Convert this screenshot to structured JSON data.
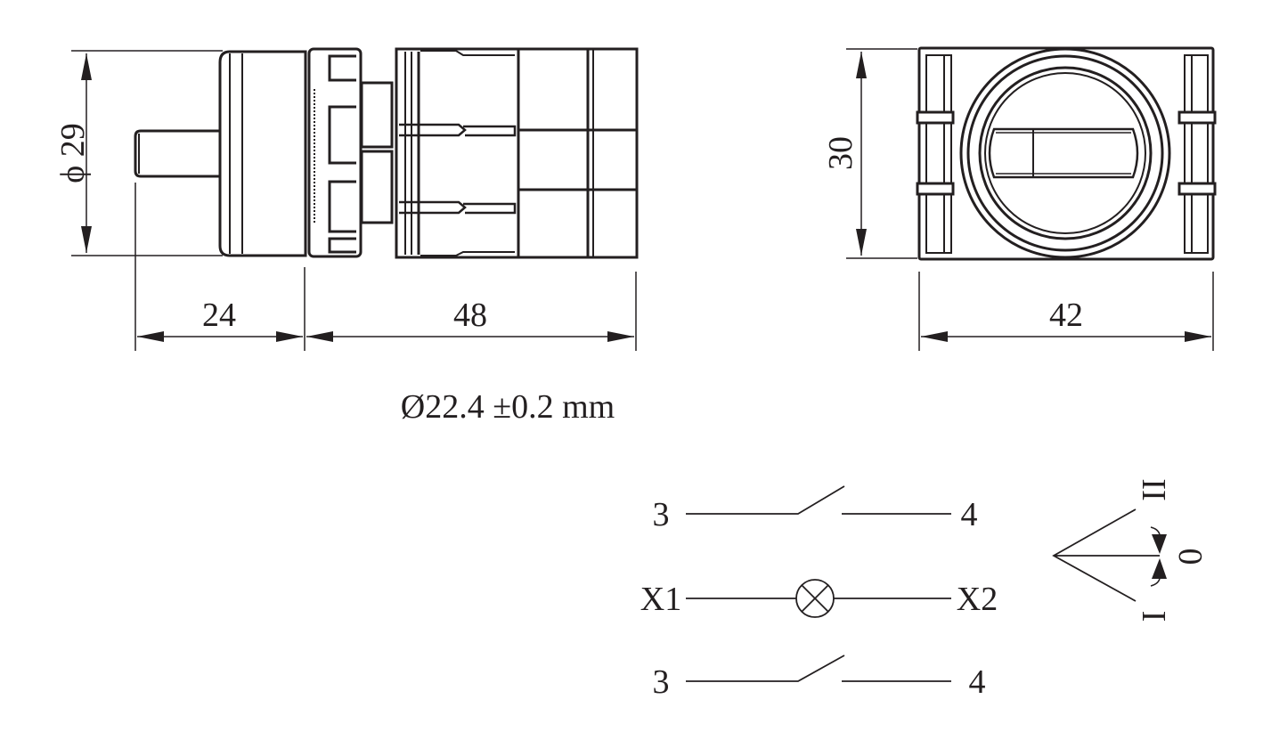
{
  "dimensions": {
    "diameter": "ϕ 29",
    "shaft_length": "24",
    "body_length": "48",
    "height": "30",
    "width": "42",
    "mounting_hole": "Ø22.4 ±0.2 mm"
  },
  "schematic": {
    "contact_top": {
      "left": "3",
      "right": "4"
    },
    "lamp": {
      "left": "X1",
      "right": "X2"
    },
    "contact_bottom": {
      "left": "3",
      "right": "4"
    },
    "positions": [
      "II",
      "0",
      "I"
    ]
  },
  "colors": {
    "ink": "#231f20",
    "background": "#ffffff"
  }
}
